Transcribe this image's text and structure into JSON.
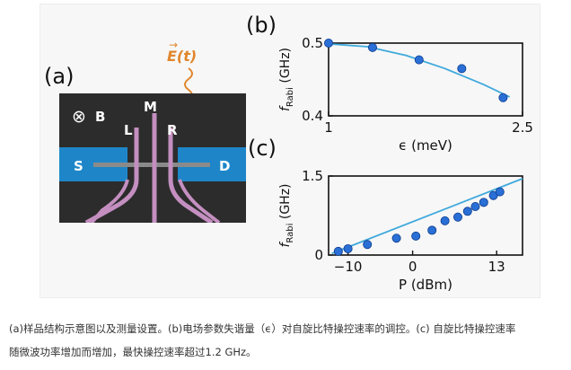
{
  "panels": {
    "a": {
      "letter": "(a)",
      "field_label": "E(t)",
      "field_label_arrow": "→",
      "b_field_symbol": "⊗",
      "b_field_label": "B",
      "gate_m": "M",
      "gate_l": "L",
      "gate_r": "R",
      "source": "S",
      "drain": "D",
      "colors": {
        "background": "#2c2c2c",
        "lead": "#1e86c8",
        "gate": "#c48fc0",
        "wire": "#8a8a8a",
        "field_arrow": "#e0862c"
      }
    },
    "b": {
      "letter": "(b)"
    },
    "c": {
      "letter": "(c)"
    }
  },
  "chart_data": [
    {
      "type": "scatter",
      "panel": "b",
      "xlabel": "ϵ (meV)",
      "ylabel_main": "f",
      "ylabel_sub": "Rabi",
      "ylabel_unit": " (GHz)",
      "xlim": [
        1,
        2.5
      ],
      "ylim": [
        0.4,
        0.5
      ],
      "x_ticks": [
        1,
        2.5
      ],
      "y_ticks": [
        0.4,
        0.5
      ],
      "x_tick_labels": [
        "1",
        "2.5"
      ],
      "y_tick_labels": [
        "0.4",
        "0.5"
      ],
      "points": [
        {
          "x": 1.0,
          "y": 0.5
        },
        {
          "x": 1.34,
          "y": 0.494
        },
        {
          "x": 1.7,
          "y": 0.477
        },
        {
          "x": 2.03,
          "y": 0.465
        },
        {
          "x": 2.35,
          "y": 0.425
        }
      ],
      "fit": [
        [
          1.0,
          0.499
        ],
        [
          1.3,
          0.495
        ],
        [
          1.6,
          0.483
        ],
        [
          1.9,
          0.465
        ],
        [
          2.2,
          0.443
        ],
        [
          2.4,
          0.426
        ]
      ],
      "colors": {
        "marker": "#2a6fd6",
        "fit": "#3fa9dc"
      }
    },
    {
      "type": "scatter",
      "panel": "c",
      "xlabel": "P (dBm)",
      "ylabel_main": "f",
      "ylabel_sub": "Rabi",
      "ylabel_unit": " (GHz)",
      "xlim": [
        -13,
        17
      ],
      "ylim": [
        0,
        1.5
      ],
      "x_ticks": [
        -10,
        0,
        13
      ],
      "y_ticks": [
        0,
        1.5
      ],
      "x_tick_labels": [
        "−10",
        "0",
        "13"
      ],
      "y_tick_labels": [
        "0",
        "1.5"
      ],
      "points": [
        {
          "x": -11.5,
          "y": 0.07
        },
        {
          "x": -10,
          "y": 0.12
        },
        {
          "x": -7,
          "y": 0.2
        },
        {
          "x": -2.5,
          "y": 0.32
        },
        {
          "x": 0.5,
          "y": 0.36
        },
        {
          "x": 3,
          "y": 0.47
        },
        {
          "x": 5,
          "y": 0.65
        },
        {
          "x": 7,
          "y": 0.72
        },
        {
          "x": 8.5,
          "y": 0.83
        },
        {
          "x": 9.7,
          "y": 0.92
        },
        {
          "x": 11,
          "y": 1.0
        },
        {
          "x": 12.5,
          "y": 1.13
        },
        {
          "x": 13.5,
          "y": 1.2
        }
      ],
      "fit": [
        [
          -12.5,
          0.03
        ],
        [
          17,
          1.45
        ]
      ],
      "colors": {
        "marker": "#2a6fd6",
        "fit": "#3fa9dc"
      }
    }
  ],
  "caption": {
    "line1": "(a)样品结构示意图以及测量设置。(b)电场参数失谐量（ϵ）对自旋比特操控速率的调控。(c) 自旋比特操控速率",
    "line2": "随微波功率增加而增加，最快操控速率超过1.2 GHz。"
  }
}
